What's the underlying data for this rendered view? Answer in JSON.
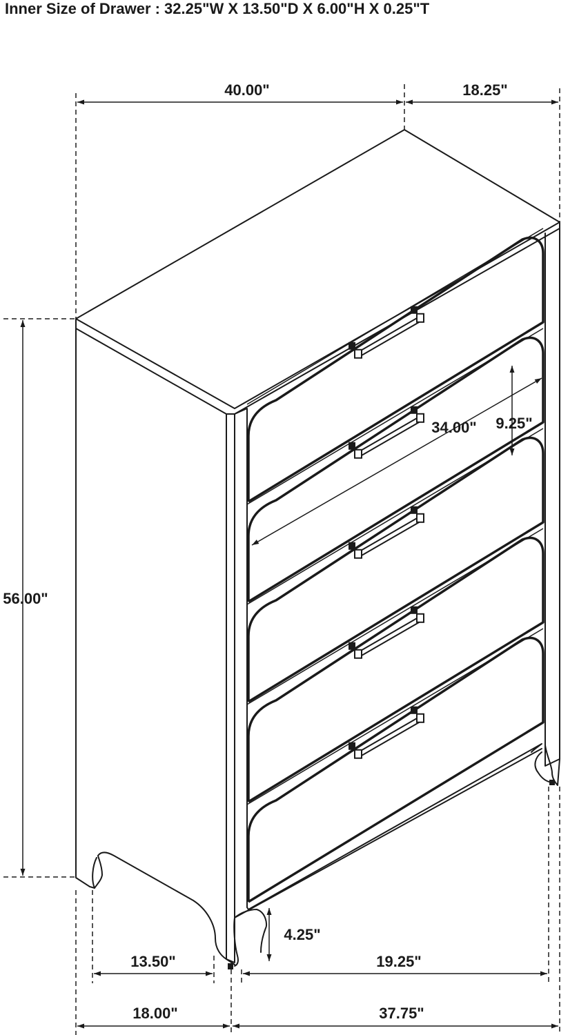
{
  "header": {
    "title": "Inner Size of Drawer :  32.25\"W X 13.50\"D X 6.00\"H X 0.25\"T"
  },
  "dimensions": {
    "overall_width": "40.00\"",
    "overall_depth": "18.25\"",
    "overall_height": "56.00\"",
    "drawer_width": "34.00\"",
    "drawer_height": "9.25\"",
    "leg_clearance": "4.25\"",
    "side_inner_depth": "13.50\"",
    "side_outer_depth": "18.00\"",
    "front_inner_width": "19.25\"",
    "front_outer_width": "37.75\""
  },
  "product": {
    "drawer_count": 5
  },
  "colors": {
    "line": "#1a1a1a",
    "background": "#ffffff"
  }
}
